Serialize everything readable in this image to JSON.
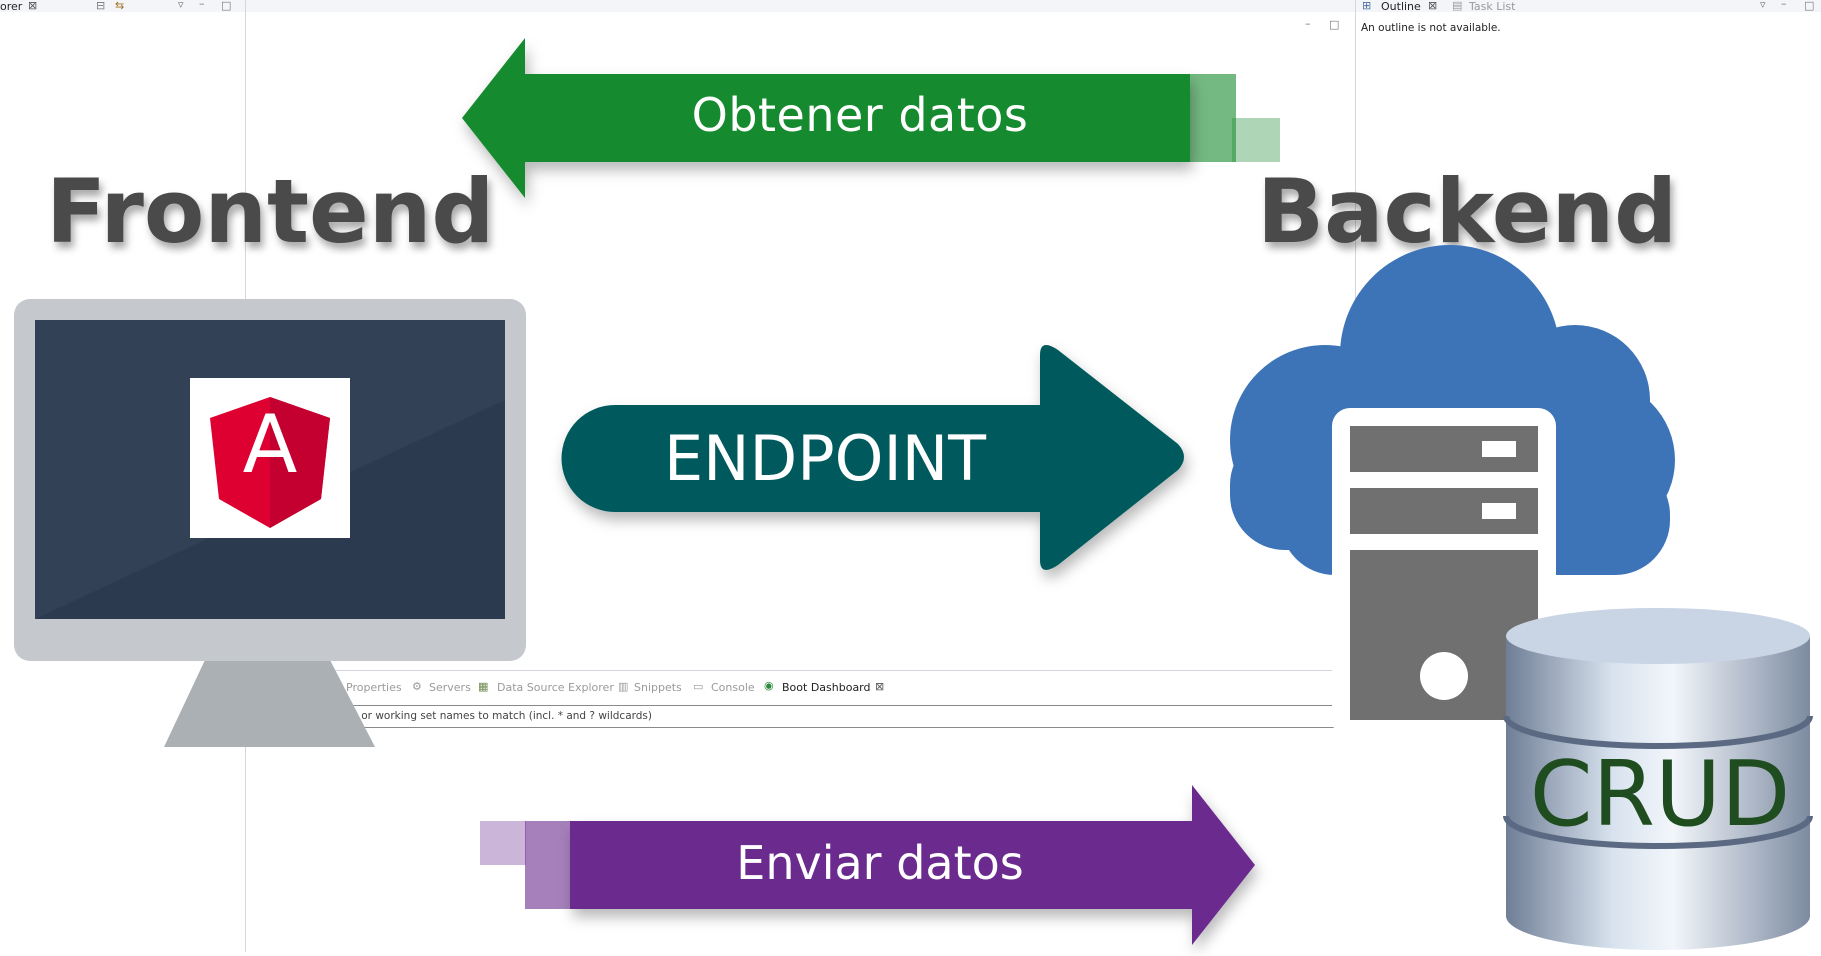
{
  "ide": {
    "explorer_tab": "orer",
    "outline_tab": "Outline",
    "task_list_tab": "Task List",
    "outline_message": "An outline is not available.",
    "bottom_tabs": [
      "Properties",
      "Servers",
      "Data Source Explorer",
      "Snippets",
      "Console",
      "Boot Dashboard"
    ],
    "filter_hint": "ts, or working set names to match (incl. * and ? wildcards)"
  },
  "diagram": {
    "frontend_title": "Frontend",
    "backend_title": "Backend",
    "get_arrow_label": "Obtener datos",
    "endpoint_label": "ENDPOINT",
    "send_arrow_label": "Enviar datos",
    "angular_letter": "A",
    "database_label": "CRUD",
    "colors": {
      "get_arrow": "#178a2f",
      "endpoint_arrow": "#045a5d",
      "send_arrow": "#6a2c8e",
      "cloud": "#3d74b8",
      "server": "#707070",
      "monitor_frame": "#c5c8cc",
      "monitor_screen": "#2c3a50",
      "angular_red": "#dd0031",
      "crud_text": "#1f4d1f"
    }
  }
}
